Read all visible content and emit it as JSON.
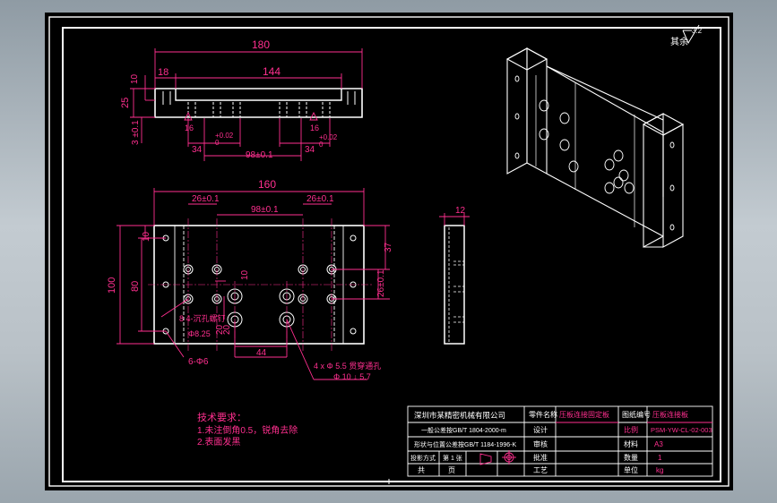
{
  "roughness": {
    "label": "其余",
    "value": "3.2"
  },
  "front_view": {
    "dims": [
      "180",
      "10",
      "18",
      "144",
      "25",
      "16",
      "16",
      "3 ±0.1",
      "+0.02",
      "0",
      "+0.02",
      "0",
      "34",
      "34",
      "98±0.1"
    ]
  },
  "top_view": {
    "dims": [
      "160",
      "26±0.1",
      "98±0.1",
      "26±0.1",
      "10",
      "100",
      "80",
      "10",
      "37",
      "26±0.1",
      "20",
      "20",
      "44",
      "8  4-沉孔螺钉",
      "Φ8.25",
      "6-Φ6"
    ],
    "callout": [
      "4 x Φ 5.5 贯穿通孔",
      "Φ 10 ↓ 5.7"
    ]
  },
  "side_view": {
    "dims": [
      "12"
    ]
  },
  "tech_notes": {
    "title": "技术要求：",
    "items": [
      "1.未注倒角0.5，锐角去除",
      "2.表面发黑"
    ]
  },
  "title_block": {
    "company": "深圳市某精密机械有限公司",
    "std1": "一般公差按GB/T 1804-2000-m",
    "std2": "形状与位置公差按GB/T 1184-1996-K",
    "part_label": "零件名称",
    "part_name": "压板连接固定板",
    "drawing_label": "图纸编号",
    "drawing_name": "压板连接板",
    "cells": [
      "设计",
      "审核",
      "批准",
      "工艺"
    ],
    "scale_label": "比例",
    "material_label": "材料",
    "qty_label": "数量",
    "unit_label": "单位",
    "drawing_no": "PSM-YW-CL-02-003",
    "material": "A3",
    "qty": "1",
    "unit": "kg",
    "proj_label": "投影方式",
    "page": "第 1 张",
    "row_bottom": [
      "共",
      "页"
    ]
  }
}
